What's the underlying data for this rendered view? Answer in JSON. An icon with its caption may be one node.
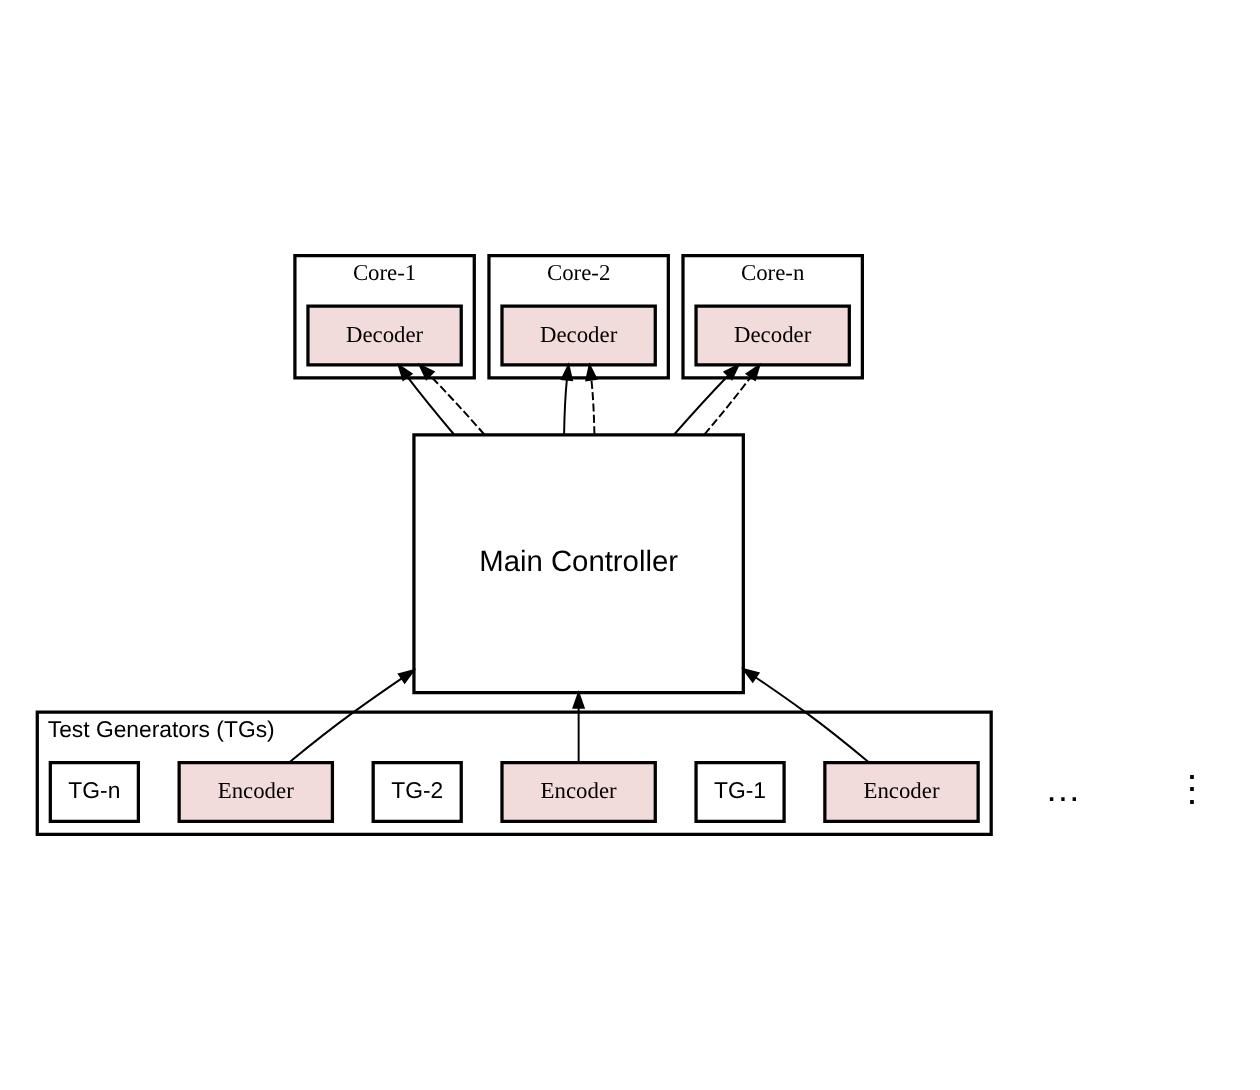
{
  "diagram": {
    "nodes": [
      {
        "text": [
          "Core-1"
        ]
      },
      {
        "text": [
          "Decoder"
        ],
        "in": 0
      },
      {
        "text": [
          "Core-2"
        ]
      },
      {
        "text": [
          "Decoder"
        ],
        "in": 2
      },
      {
        "text": [
          "Core-n"
        ]
      },
      {
        "text": [
          "Decoder"
        ],
        "in": 4
      },
      {
        "text": [
          "Test Generators (TGs)"
        ]
      },
      {
        "text": [
          "TG-1"
        ],
        "in": 6
      },
      {
        "text": [
          "Encoder"
        ],
        "in": 6
      },
      {
        "text": [
          "TG-2"
        ],
        "in": 6
      },
      {
        "text": [
          "Encoder"
        ],
        "in": 6
      },
      {
        "text": [
          "TG-n"
        ],
        "in": 6
      },
      {
        "text": [
          "Encoder"
        ],
        "in": 6
      },
      {
        "text": [
          "Main Controller"
        ]
      }
    ],
    "edges": [
      {
        "from": 8,
        "to": 13,
        "arrow": "to"
      },
      {
        "from": 10,
        "to": 13,
        "arrow": "to"
      },
      {
        "from": 12,
        "to": 13,
        "arrow": "to"
      },
      {
        "from": 13,
        "to": 1,
        "arrow": "to"
      },
      {
        "from": 13,
        "to": 3,
        "arrow": "to"
      },
      {
        "from": 13,
        "to": 5,
        "arrow": "to"
      },
      {
        "from": 13,
        "to": 1,
        "arrow": "to",
        "style": "dashed"
      },
      {
        "from": 13,
        "to": 3,
        "arrow": "to",
        "style": "dashed"
      },
      {
        "from": 13,
        "to": 5,
        "arrow": "to",
        "style": "dashed"
      }
    ],
    "labels": [
      "…",
      "⋮"
    ]
  }
}
